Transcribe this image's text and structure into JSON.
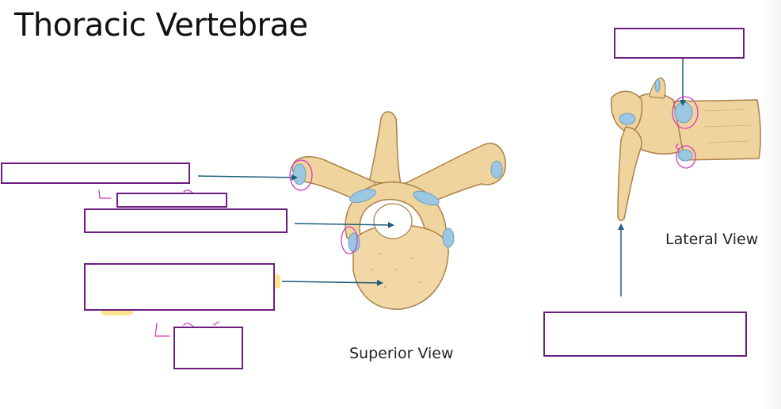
{
  "title": "Thoracic Vertebrae",
  "captions": {
    "superior": "Superior View",
    "lateral": "Lateral View"
  },
  "colors": {
    "bone_fill": "#f0d49e",
    "bone_stroke": "#a98048",
    "facet_fill": "#9cc7e2",
    "arrow": "#1f5d79",
    "box_border": "#6b1e7d",
    "ink": "#d63cc4",
    "highlight": "#ffe27a"
  },
  "label_boxes": [
    "box-top-right",
    "box-left-1",
    "box-small",
    "box-left-2",
    "box-left-3",
    "box-bottom-small",
    "box-bottom-right"
  ]
}
